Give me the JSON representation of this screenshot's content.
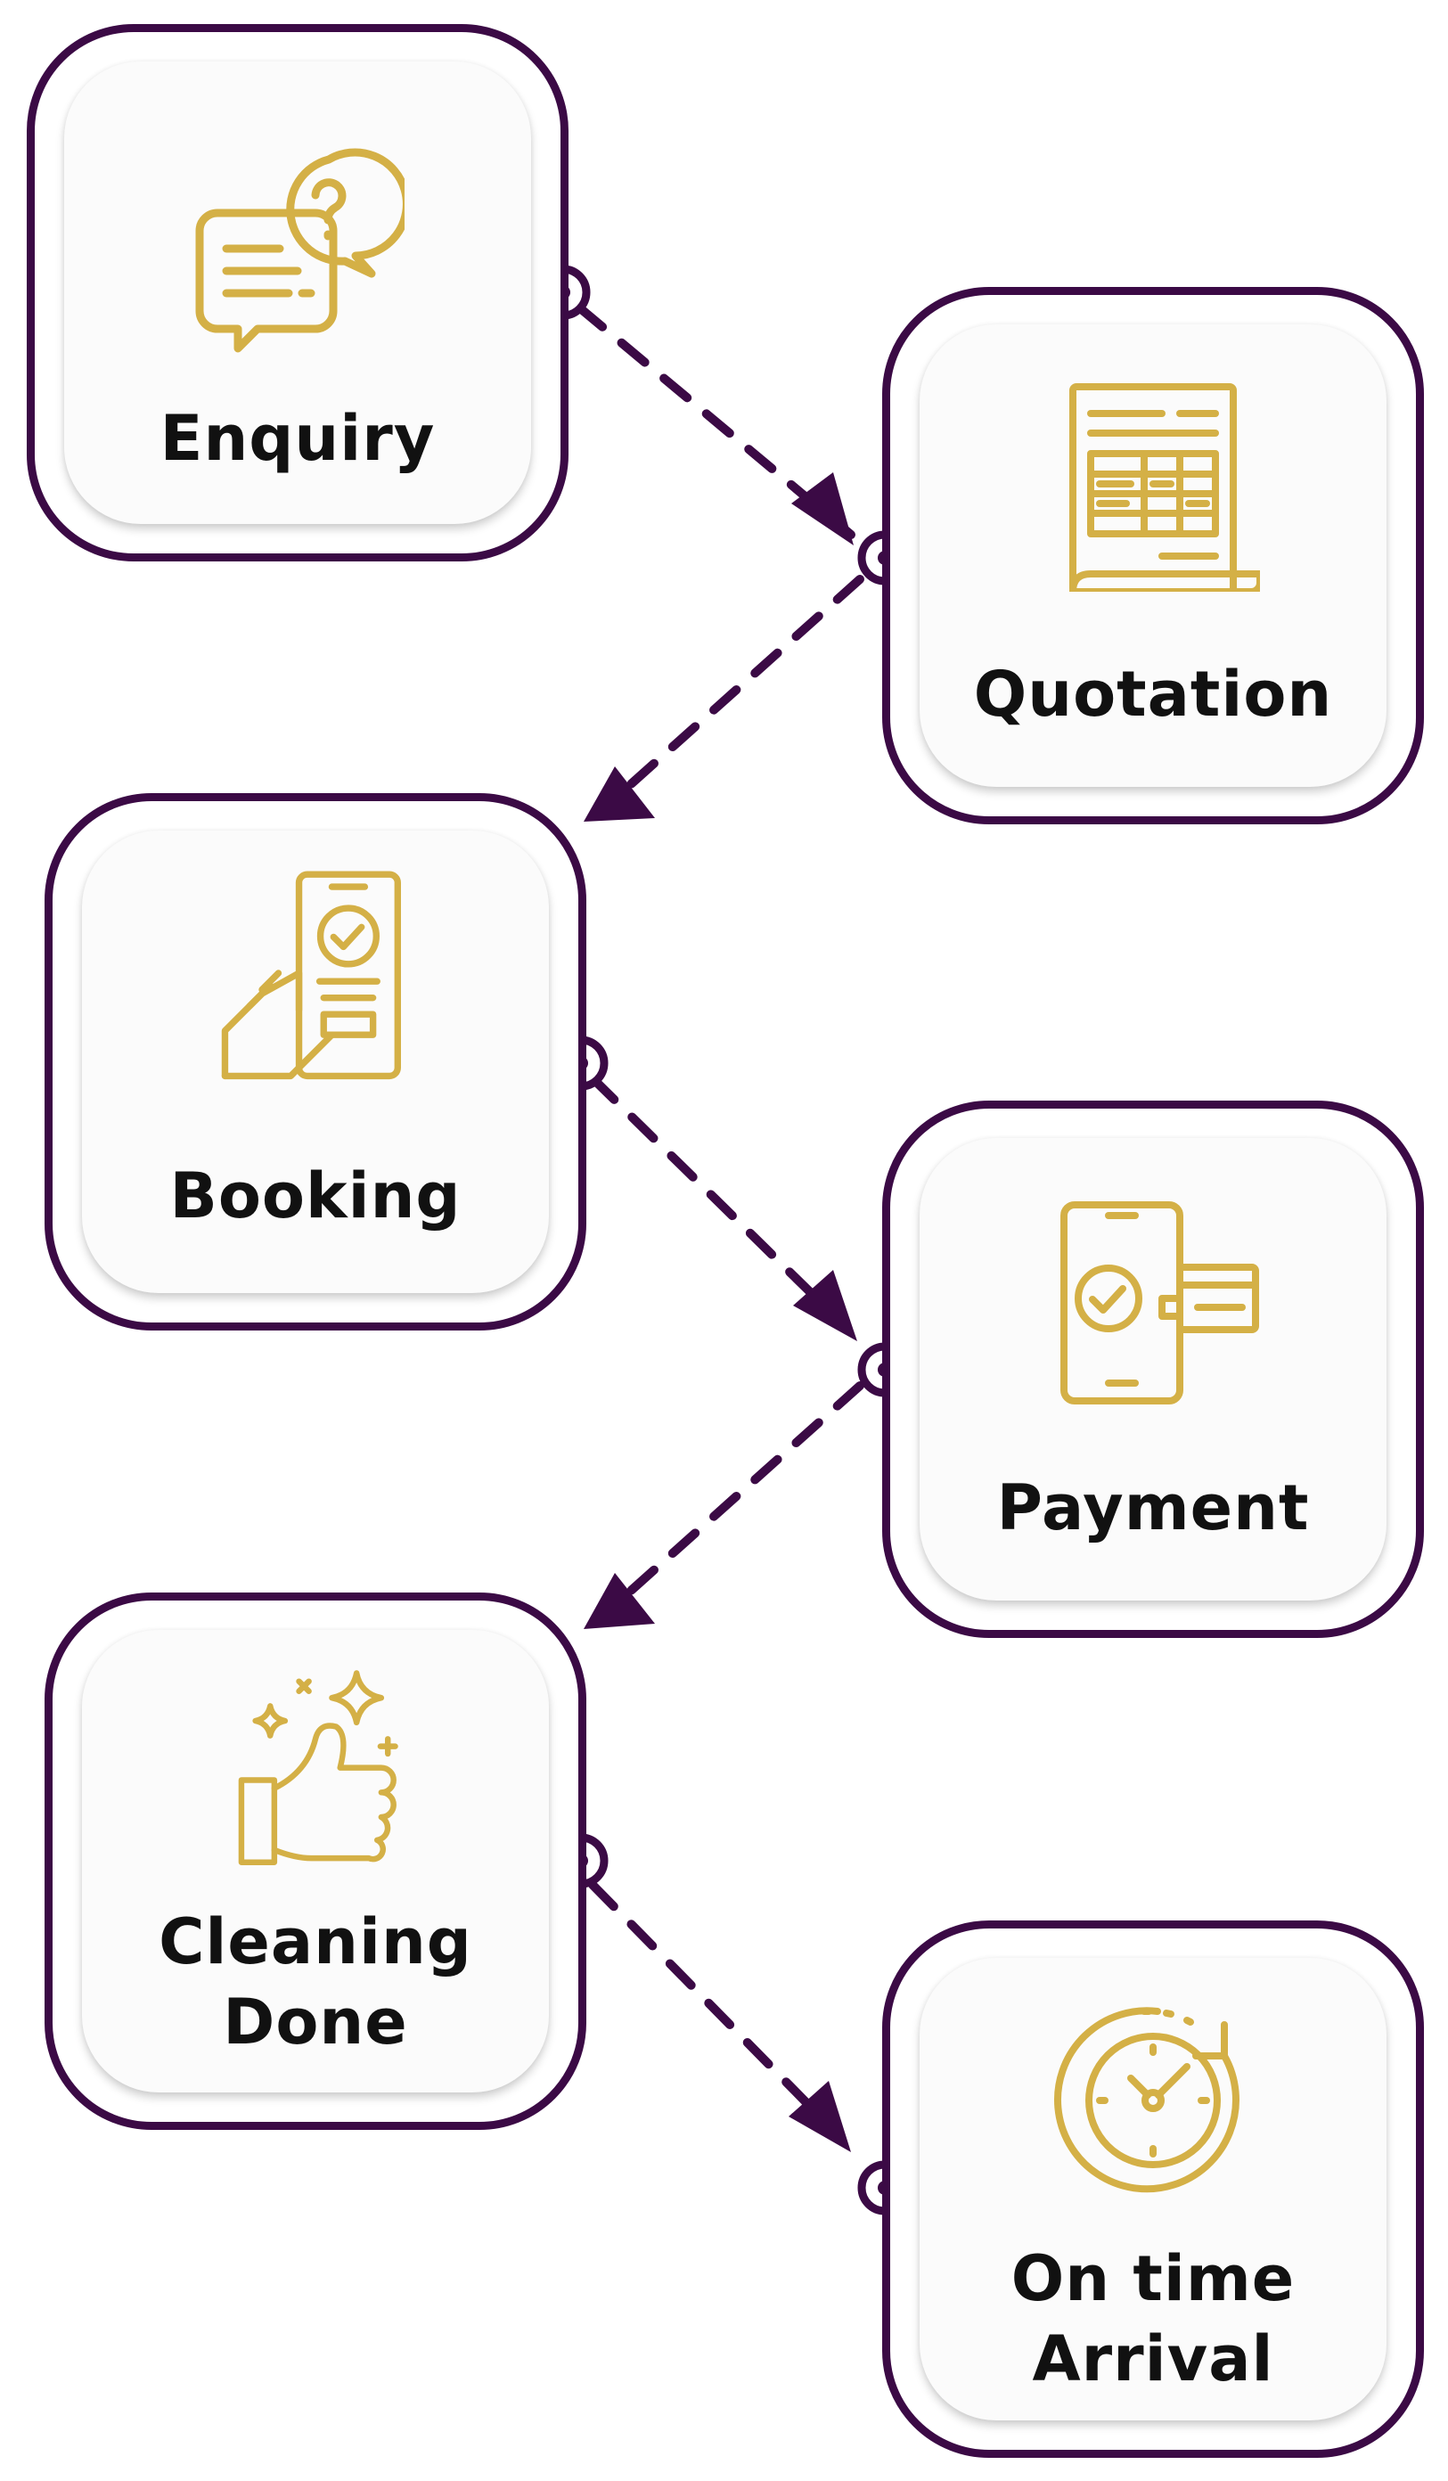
{
  "colors": {
    "outline": "#3b0a45",
    "icon": "#d4b046",
    "label": "#111111",
    "card": "#fbfbfb"
  },
  "steps": [
    {
      "label": "Enquiry",
      "icon": "question-chat-icon"
    },
    {
      "label": "Quotation",
      "icon": "invoice-icon"
    },
    {
      "label": "Booking",
      "icon": "phone-booking-icon"
    },
    {
      "label": "Payment",
      "icon": "phone-card-payment-icon"
    },
    {
      "label": "Cleaning",
      "label2": "Done",
      "icon": "thumbs-up-sparkle-icon"
    },
    {
      "label": "On time",
      "label2": "Arrival",
      "icon": "clock-icon"
    }
  ]
}
